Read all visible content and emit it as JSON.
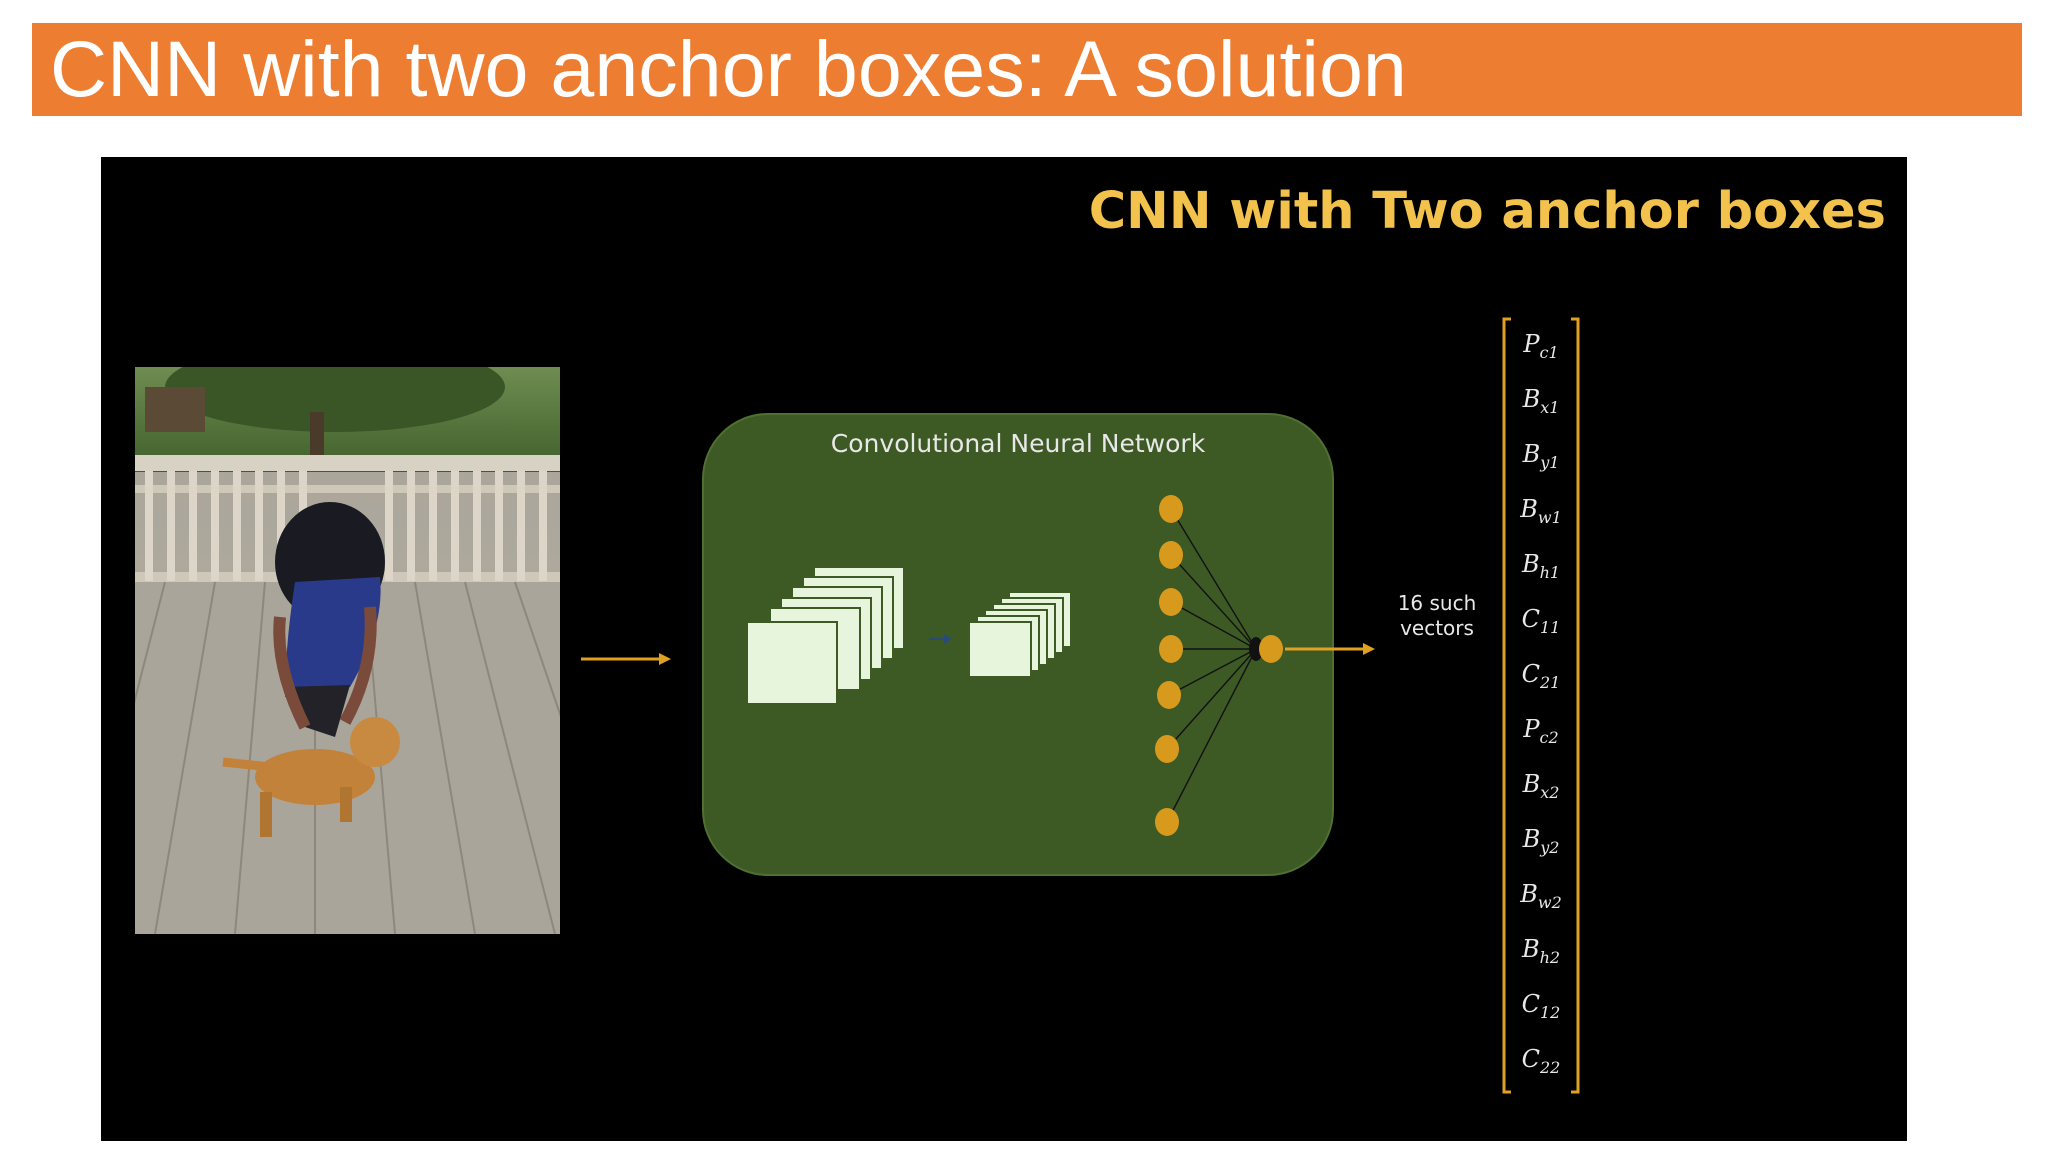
{
  "slide": {
    "title": "CNN with two anchor boxes: A solution"
  },
  "video": {
    "heading": "CNN with Two anchor boxes",
    "cnn_label": "Convolutional Neural Network",
    "vectors_label_line1": "16 such",
    "vectors_label_line2": "vectors",
    "output_vector": [
      {
        "base": "P",
        "sub": "c1"
      },
      {
        "base": "B",
        "sub": "x1"
      },
      {
        "base": "B",
        "sub": "y1"
      },
      {
        "base": "B",
        "sub": "w1"
      },
      {
        "base": "B",
        "sub": "h1"
      },
      {
        "base": "C",
        "sub": "11"
      },
      {
        "base": "C",
        "sub": "21"
      },
      {
        "base": "P",
        "sub": "c2"
      },
      {
        "base": "B",
        "sub": "x2"
      },
      {
        "base": "B",
        "sub": "y2"
      },
      {
        "base": "B",
        "sub": "w2"
      },
      {
        "base": "B",
        "sub": "h2"
      },
      {
        "base": "C",
        "sub": "12"
      },
      {
        "base": "C",
        "sub": "22"
      }
    ],
    "colors": {
      "title_bar": "#ed7d31",
      "heading": "#f2c24c",
      "cnn_box": "#3d5a25",
      "neuron": "#d89a1c",
      "arrow": "#e0a020",
      "feature_map": "#e6f5dc"
    }
  }
}
